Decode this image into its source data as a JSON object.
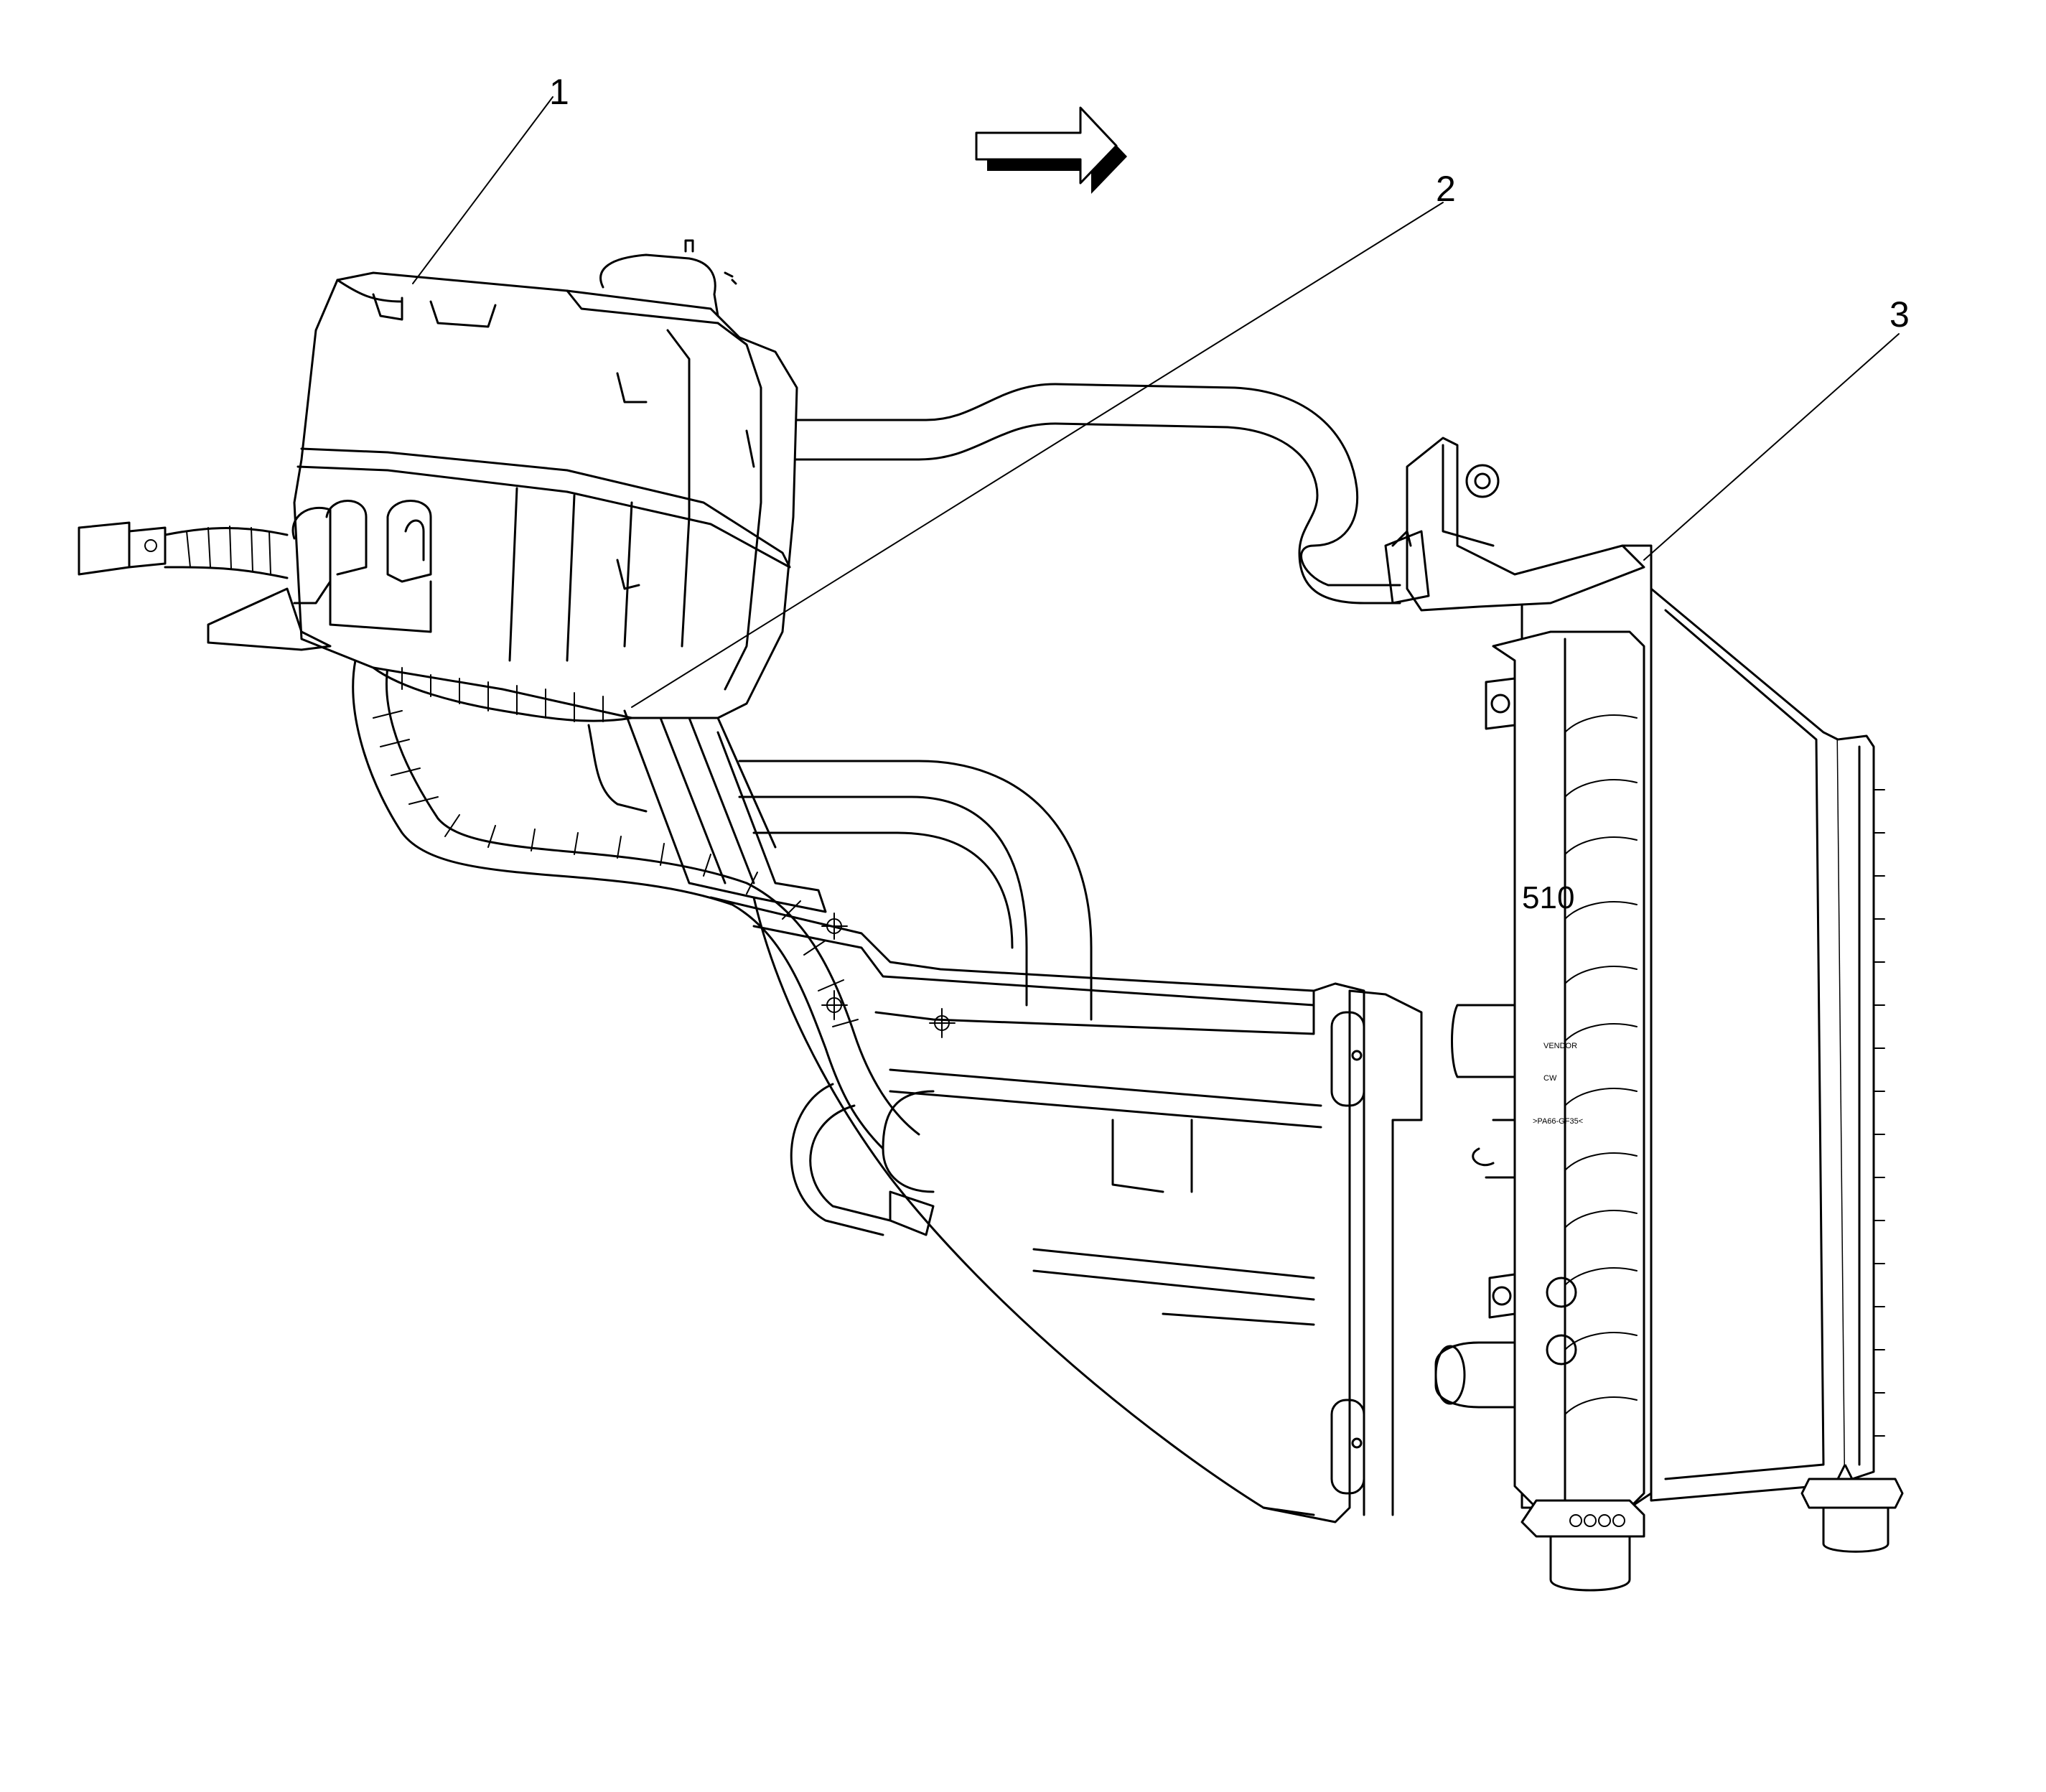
{
  "callouts": [
    {
      "id": "1",
      "label": "1"
    },
    {
      "id": "2",
      "label": "2"
    },
    {
      "id": "3",
      "label": "3"
    }
  ],
  "radiator_stamp": "510",
  "radiator_tank_labels": [
    "VENDOR",
    "CW",
    ">PA66-GF35<"
  ],
  "direction_icon": "arrow-right-icon",
  "colors": {
    "line": "#000000",
    "background": "#ffffff"
  }
}
